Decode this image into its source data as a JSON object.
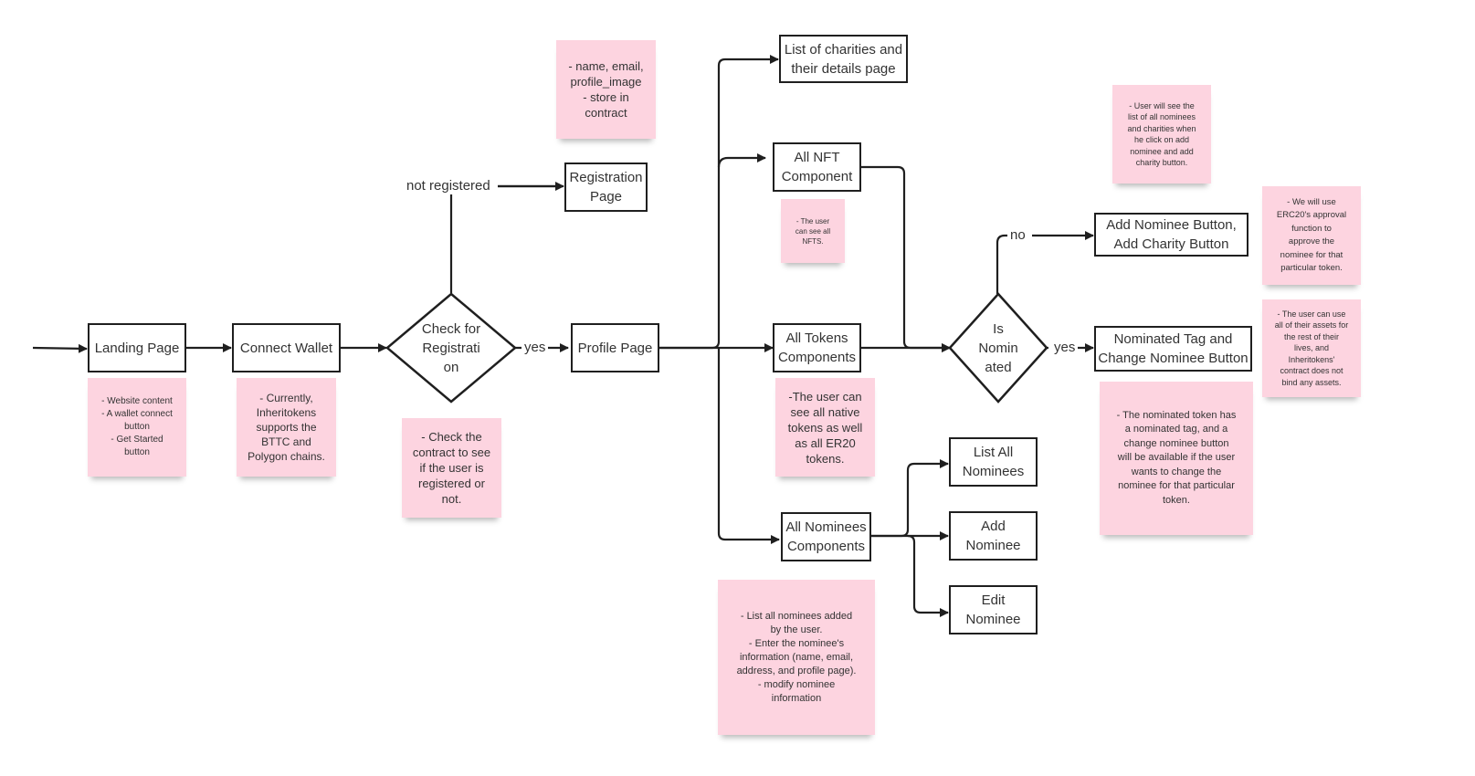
{
  "nodes": {
    "landing": "Landing Page",
    "connect_wallet": "Connect Wallet",
    "check_registration": "Check for\nRegistrati\non",
    "registration": "Registration\nPage",
    "profile": "Profile Page",
    "charities": "List of charities and\ntheir details page",
    "all_nft": "All NFT\nComponent",
    "all_tokens": "All Tokens\nComponents",
    "all_nominees": "All Nominees\nComponents",
    "is_nominated": "Is\nNomin\nated",
    "add_nominee_button": "Add Nominee Button,\nAdd Charity Button",
    "nominated_tag": "Nominated Tag and\nChange Nominee Button",
    "list_all_nominees": "List All\nNominees",
    "add_nominee": "Add\nNominee",
    "edit_nominee": "Edit\nNominee"
  },
  "edge_labels": {
    "not_registered": "not registered",
    "yes_registered": "yes",
    "no": "no",
    "yes_nominated": "yes"
  },
  "notes": {
    "landing": "- Website content\n- A wallet connect\nbutton\n- Get Started\nbutton",
    "connect_wallet": "- Currently,\nInheritokens\nsupports the\nBTTC and\nPolygon chains.",
    "check_registration": "- Check the\ncontract to see\nif the user is\nregistered or\nnot.",
    "registration": "- name, email,\nprofile_image\n- store in\ncontract",
    "nft": "- The user\ncan see all\nNFTS.",
    "tokens": "-The user can\nsee all native\ntokens as well\nas all ER20\ntokens.",
    "nominees": "- List all nominees added\nby the user.\n- Enter the nominee's\ninformation (name, email,\naddress, and profile page).\n- modify nominee\ninformation",
    "nominee_list": "- User will see the\nlist of all nominees\nand charities when\nhe click on add\nnominee and add\ncharity button.",
    "nominated_token": "- The nominated token has\na nominated tag, and a\nchange nominee button\nwill be available if the user\nwants to change the\nnominee for that particular\ntoken.",
    "erc20": "- We will use\nERC20's approval\nfunction to\napprove the\nnominee for that\nparticular token.",
    "assets": "- The user can use\nall of their assets for\nthe rest of their\nlives, and\nInheritokens'\ncontract does not\nbind any assets."
  },
  "colors": {
    "note_fill": "#fdd4e0",
    "stroke": "#1f1f1f"
  }
}
